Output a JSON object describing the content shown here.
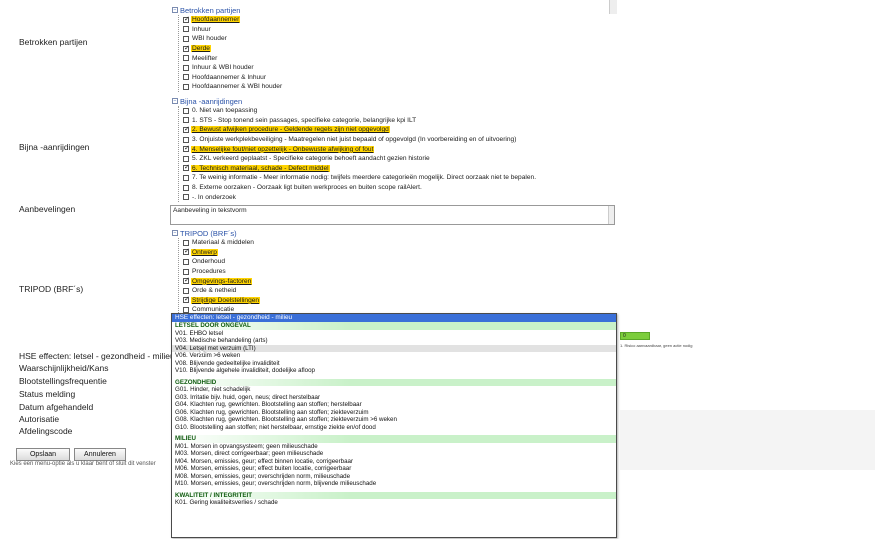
{
  "labels": {
    "betrokken": "Betrokken partijen",
    "bijna": "Bijna -aanrijdingen",
    "aanbevelingen": "Aanbevelingen",
    "tripod": "TRIPOD (BRF´s)",
    "hse": "HSE effecten: letsel - gezondheid - milieu",
    "waarschijnlijkheid": "Waarschijnlijkheid/Kans",
    "blootstelling": "Blootstellingsfrequentie",
    "status": "Status melding",
    "datum": "Datum afgehandeld",
    "autorisatie": "Autorisatie",
    "afdeling": "Afdelingscode"
  },
  "betrokken": {
    "title": "Betrokken partijen",
    "items": [
      {
        "label": "Hoofdaannemer",
        "checked": true
      },
      {
        "label": "Inhuur",
        "checked": false
      },
      {
        "label": "WBI houder",
        "checked": false
      },
      {
        "label": "Derde",
        "checked": true
      },
      {
        "label": "Meelifter",
        "checked": false
      },
      {
        "label": "Inhuur & WBI houder",
        "checked": false
      },
      {
        "label": "Hoofdaannemer & Inhuur",
        "checked": false
      },
      {
        "label": "Hoofdaannemer & WBI houder",
        "checked": false
      }
    ]
  },
  "bijna": {
    "title": "Bijna -aanrijdingen",
    "items": [
      {
        "label": "0. Niet van toepassing",
        "checked": false
      },
      {
        "label": "1. STS - Stop tonend sein passages, specifieke categorie, belangrijke kpi ILT",
        "checked": false
      },
      {
        "label": "2. Bewust afwijken procedure - Geldende regels zijn niet opgevolgd",
        "checked": true
      },
      {
        "label": "3. Onjuiste werkplekbeveiliging - Maatregelen niet juist bepaald of opgevolgd (In voorbereiding en of uitvoering)",
        "checked": false
      },
      {
        "label": "4. Menselijke fout/niet opzettelijk - Onbewuste afwijking of fout",
        "checked": true
      },
      {
        "label": "5. ZKL verkeerd geplaatst - Specifieke categorie behoeft aandacht gezien historie",
        "checked": false
      },
      {
        "label": "6. Technisch materiaal, schade - Defect middel",
        "checked": true
      },
      {
        "label": "7. Te weinig informatie - Meer informatie nodig: twijfels meerdere categorieën mogelijk. Direct oorzaak niet te bepalen.",
        "checked": false
      },
      {
        "label": "8. Externe oorzaken - Oorzaak ligt buiten werkproces en buiten scope railAlert.",
        "checked": false
      },
      {
        "label": "-. In onderzoek",
        "checked": false
      }
    ]
  },
  "aanbeveling_text": "Aanbeveling in tekstvorm",
  "tripod": {
    "title": "TRIPOD (BRF´s)",
    "items": [
      {
        "label": "Materiaal & middelen",
        "checked": false
      },
      {
        "label": "Ontwerp",
        "checked": true
      },
      {
        "label": "Onderhoud",
        "checked": false
      },
      {
        "label": "Procedures",
        "checked": false
      },
      {
        "label": "Omgevings-factoren",
        "checked": true
      },
      {
        "label": "Orde & netheid",
        "checked": false
      },
      {
        "label": "Strijdige Doelstellingen",
        "checked": true
      },
      {
        "label": "Communicatie",
        "checked": false
      }
    ]
  },
  "green_value": "0",
  "hint_text": "1. Risico aanvaardbaar, geen actie nodig",
  "buttons": {
    "save": "Opslaan",
    "cancel": "Annuleren"
  },
  "status_text": "Kies een menu-optie als u klaar bent of sluit dit venster",
  "dropdown": {
    "header": "HSE effecten: letsel - gezondheid - milieu",
    "rows": [
      {
        "text": "LETSEL DOOR ONGEVAL",
        "type": "cat"
      },
      {
        "text": "V01. EHBO letsel",
        "type": "item"
      },
      {
        "text": "V03. Medische behandeling (arts)",
        "type": "item"
      },
      {
        "text": "V04. Letsel met verzuim (LTI)",
        "type": "sel"
      },
      {
        "text": "V06. Verzuim >6 weken",
        "type": "item"
      },
      {
        "text": "V08. Blijvende gedeeltelijke invaliditeit",
        "type": "item"
      },
      {
        "text": "V10. Blijvende algehele invaliditeit, dodelijke afloop",
        "type": "item"
      },
      {
        "text": "GEZONDHEID",
        "type": "cat"
      },
      {
        "text": "G01. Hinder, niet schadelijk",
        "type": "item"
      },
      {
        "text": "G03. Irritatie bijv. huid, ogen, neus; direct herstelbaar",
        "type": "item"
      },
      {
        "text": "G04. Klachten rug, gewrichten. Blootstelling aan stoffen; herstelbaar",
        "type": "item"
      },
      {
        "text": "G06. Klachten rug, gewrichten. Blootstelling aan stoffen; ziekteverzuim",
        "type": "item"
      },
      {
        "text": "G08. Klachten rug, gewrichten. Blootstelling aan stoffen; ziekteverzuim >6 weken",
        "type": "item"
      },
      {
        "text": "G10. Blootstelling aan stoffen; niet herstelbaar, ernstige ziekte en/of dood",
        "type": "item"
      },
      {
        "text": "MILIEU",
        "type": "cat"
      },
      {
        "text": "M01. Morsen in opvangsysteem; geen milieuschade",
        "type": "item"
      },
      {
        "text": "M03. Morsen, direct corrigeerbaar; geen milieuschade",
        "type": "item"
      },
      {
        "text": "M04. Morsen, emissies, geur; effect binnen locatie, corrigeerbaar",
        "type": "item"
      },
      {
        "text": "M06. Morsen, emissies, geur; effect buiten locatie, corrigeerbaar",
        "type": "item"
      },
      {
        "text": "M08. Morsen, emissies, geur; overschrijden norm, milieuschade",
        "type": "item"
      },
      {
        "text": "M10. Morsen, emissies, geur; overschrijden norm, blijvende milieuschade",
        "type": "item"
      },
      {
        "text": "KWALITEIT / INTEGRITEIT",
        "type": "cat"
      },
      {
        "text": "K01. Gering kwaliteitsverlies / schade",
        "type": "item"
      }
    ]
  }
}
